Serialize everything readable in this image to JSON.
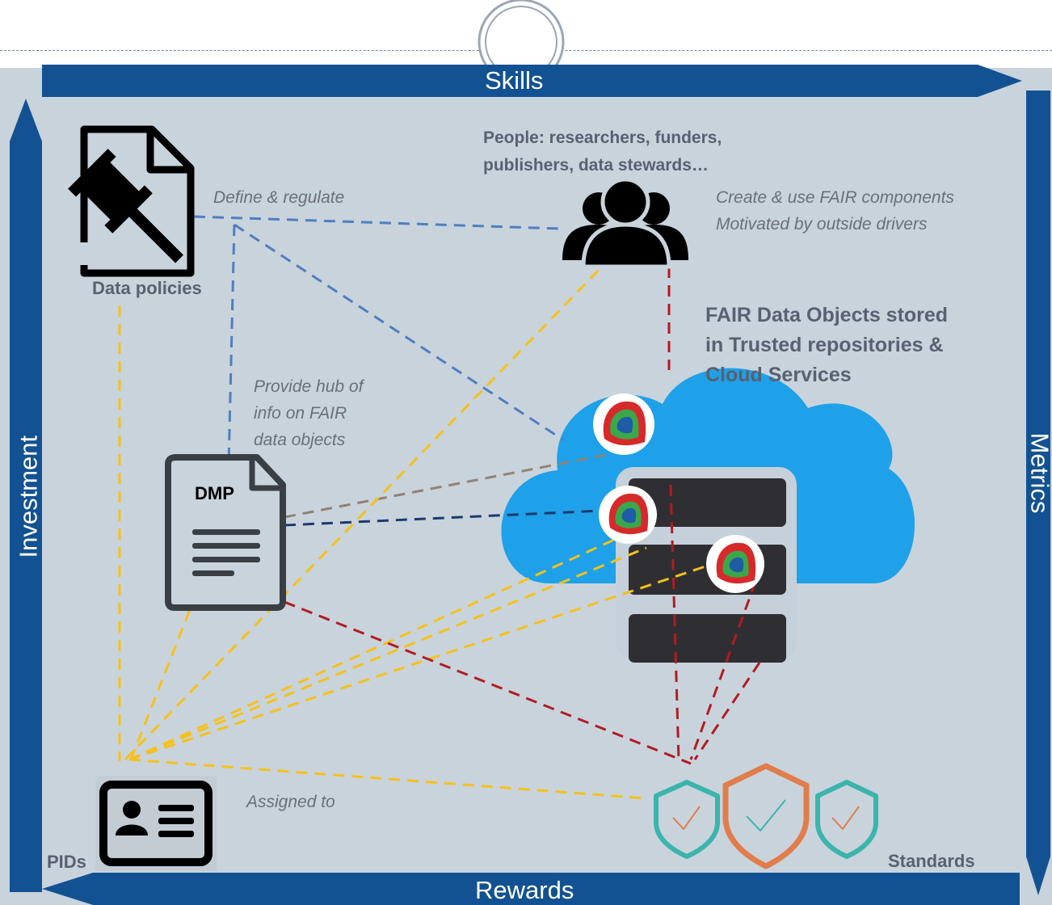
{
  "arrows": {
    "skills": "Skills",
    "investment": "Investment",
    "metrics": "Metrics",
    "rewards": "Rewards"
  },
  "nodes": {
    "data_policies": "Data policies",
    "people": "People: researchers, funders,\npublishers, data stewards…",
    "fair_objects": "FAIR Data Objects stored\nin Trusted repositories &\nCloud Services",
    "dmp": "DMP",
    "pids": "PIDs",
    "standards": "Standards"
  },
  "annotations": {
    "define_regulate": "Define & regulate",
    "create_use": "Create & use FAIR components\nMotivated by outside drivers",
    "provide_hub": "Provide hub of\ninfo on FAIR\ndata objects",
    "assigned_to": "Assigned to"
  },
  "icons": {
    "policy": "gavel-document-icon",
    "people": "people-group-icon",
    "dmp": "document-icon",
    "pid": "id-card-icon",
    "cloud": "cloud-icon",
    "server": "server-stack-icon",
    "fair_object": "fair-object-icon",
    "standards": "shield-check-icon"
  },
  "colors": {
    "arrow_blue": "#135292",
    "panel": "#c9d3dc",
    "cloud": "#1ea1e8",
    "server": "#2f2f33",
    "link_blue": "#4f7fbe",
    "link_navy": "#1c3a6e",
    "link_yellow": "#f5c11a",
    "link_red": "#b11c22",
    "link_gray": "#8f8377",
    "shield_teal": "#3bb4ac",
    "shield_orange": "#e07d4b"
  }
}
